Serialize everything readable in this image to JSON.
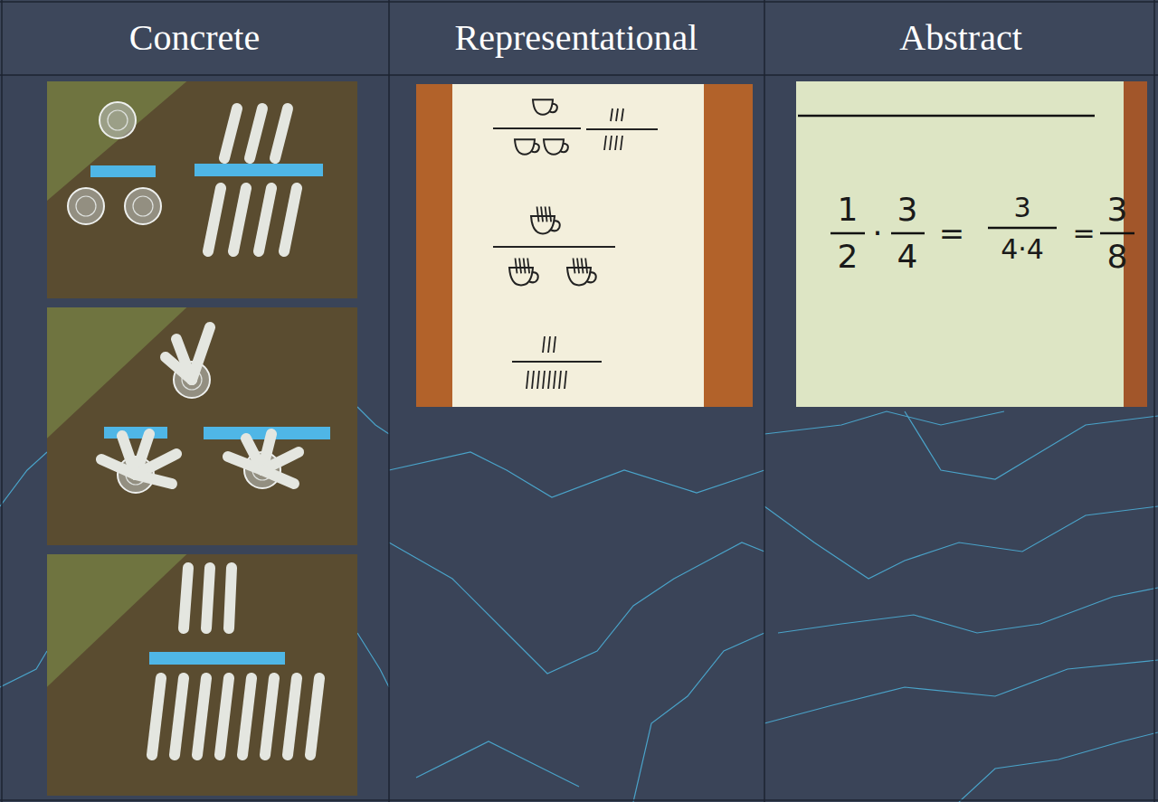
{
  "diagram": {
    "labels": [
      "Concrete",
      "Representational",
      "Abstract",
      "1",
      "2",
      "·",
      "3",
      "4",
      "=",
      "3",
      "4·4",
      "=",
      "3",
      "8"
    ]
  }
}
